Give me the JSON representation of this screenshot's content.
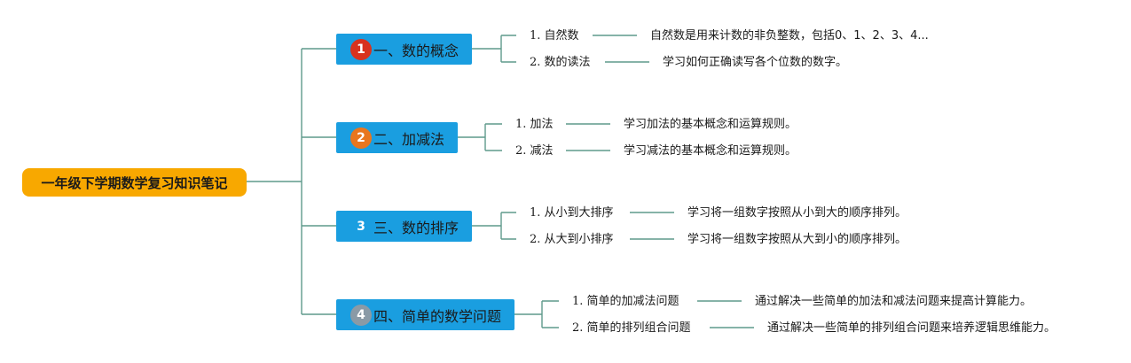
{
  "root": {
    "label": "一年级下学期数学复习知识笔记"
  },
  "colors": {
    "root": "#f8a800",
    "branch": "#1a9ee0",
    "line": "#5f9a8c",
    "badge1": "#d8321e",
    "badge2": "#e8761e",
    "badge3": "#1a9ee0",
    "badge4": "#8a9aa6"
  },
  "branches": [
    {
      "badge": "1",
      "label": "一、数的概念",
      "leaves": [
        {
          "label": "1. 自然数",
          "desc": "自然数是用来计数的非负整数，包括0、1、2、3、4..."
        },
        {
          "label": "2. 数的读法",
          "desc": "学习如何正确读写各个位数的数字。"
        }
      ]
    },
    {
      "badge": "2",
      "label": "二、加减法",
      "leaves": [
        {
          "label": "1. 加法",
          "desc": "学习加法的基本概念和运算规则。"
        },
        {
          "label": "2. 减法",
          "desc": "学习减法的基本概念和运算规则。"
        }
      ]
    },
    {
      "badge": "3",
      "label": "三、数的排序",
      "leaves": [
        {
          "label": "1. 从小到大排序",
          "desc": "学习将一组数字按照从小到大的顺序排列。"
        },
        {
          "label": "2. 从大到小排序",
          "desc": "学习将一组数字按照从大到小的顺序排列。"
        }
      ]
    },
    {
      "badge": "4",
      "label": "四、简单的数学问题",
      "leaves": [
        {
          "label": "1. 简单的加减法问题",
          "desc": "通过解决一些简单的加法和减法问题来提高计算能力。"
        },
        {
          "label": "2. 简单的排列组合问题",
          "desc": "通过解决一些简单的排列组合问题来培养逻辑思维能力。"
        }
      ]
    }
  ]
}
